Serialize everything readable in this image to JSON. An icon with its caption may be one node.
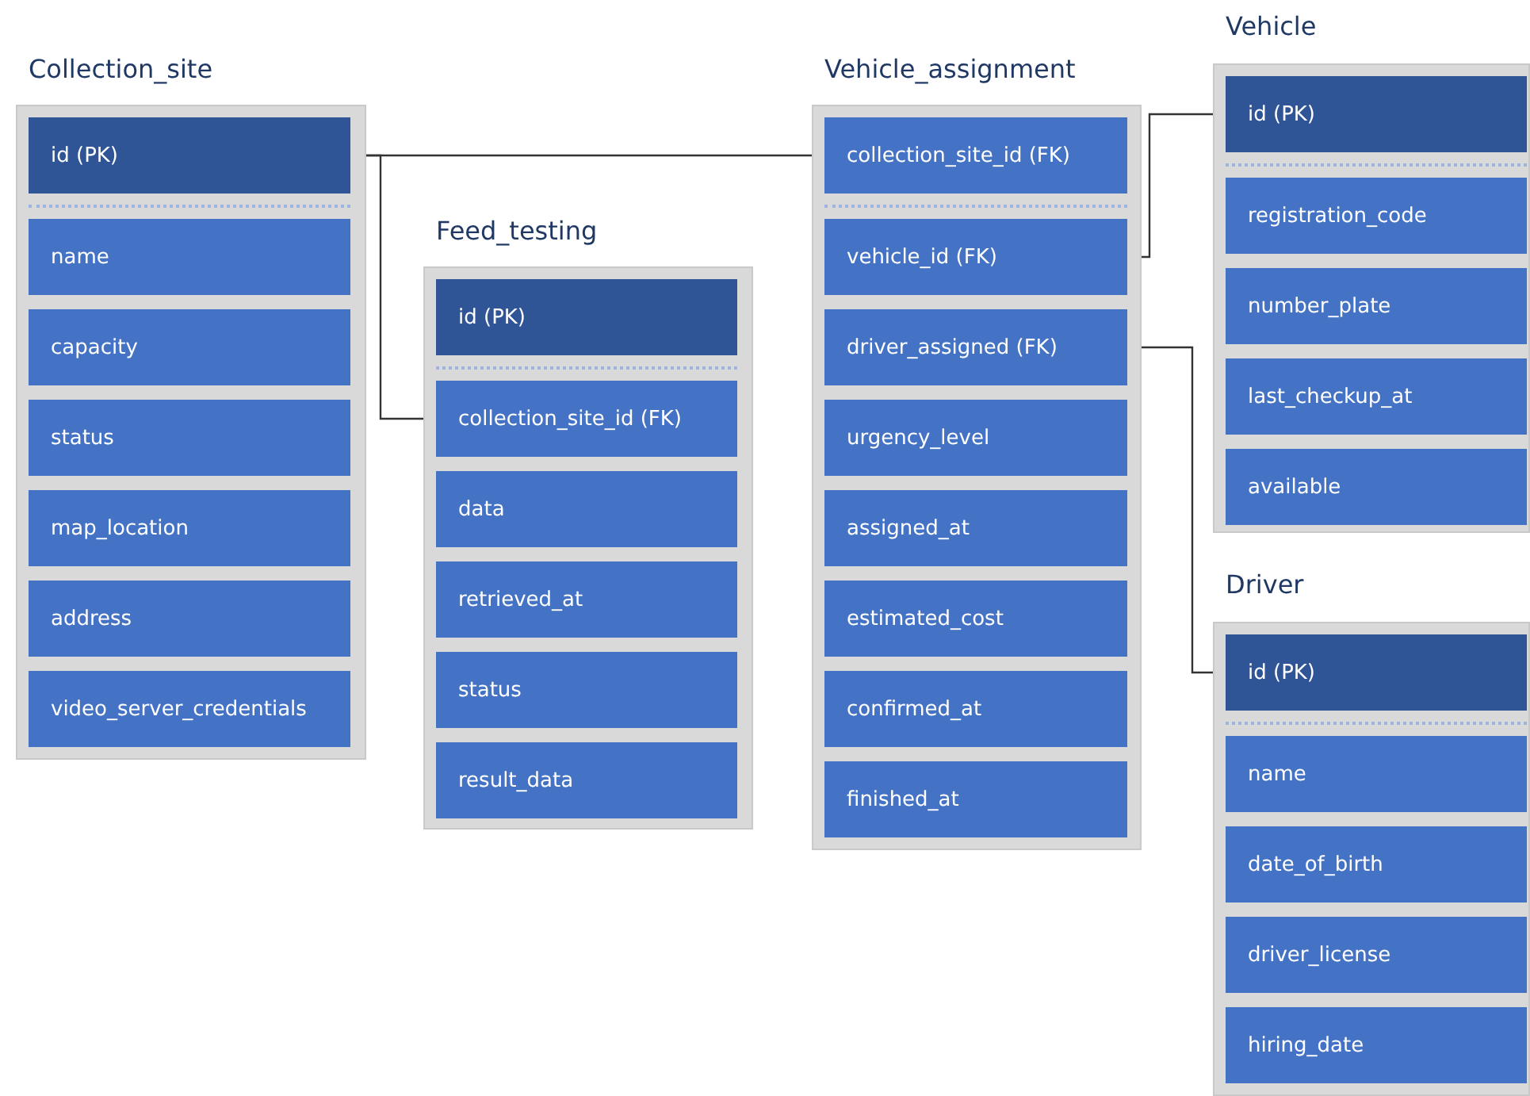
{
  "diagram": {
    "nodes": [
      {
        "text": [
          "Collection_site"
        ]
      },
      {
        "text": [
          "id (PK)"
        ],
        "in": 0
      },
      {
        "text": [
          "name"
        ],
        "in": 0
      },
      {
        "text": [
          "capacity"
        ],
        "in": 0
      },
      {
        "text": [
          "status"
        ],
        "in": 0
      },
      {
        "text": [
          "map_location"
        ],
        "in": 0
      },
      {
        "text": [
          "address"
        ],
        "in": 0
      },
      {
        "text": [
          "video_server_credentials"
        ],
        "in": 0
      },
      {
        "text": [
          "Feed_testing"
        ]
      },
      {
        "text": [
          "id (PK)"
        ],
        "in": 8
      },
      {
        "text": [
          "collection_site_id (FK)"
        ],
        "in": 8
      },
      {
        "text": [
          "data"
        ],
        "in": 8
      },
      {
        "text": [
          "retrieved_at"
        ],
        "in": 8
      },
      {
        "text": [
          "status"
        ],
        "in": 8
      },
      {
        "text": [
          "result_data"
        ],
        "in": 8
      },
      {
        "text": [
          "Vehicle_assignment"
        ]
      },
      {
        "text": [
          "collection_site_id (FK)"
        ],
        "in": 15
      },
      {
        "text": [
          "vehicle_id (FK)"
        ],
        "in": 15
      },
      {
        "text": [
          "driver_assigned (FK)"
        ],
        "in": 15
      },
      {
        "text": [
          "urgency_level"
        ],
        "in": 15
      },
      {
        "text": [
          "assigned_at"
        ],
        "in": 15
      },
      {
        "text": [
          "estimated_cost"
        ],
        "in": 15
      },
      {
        "text": [
          "confirmed_at"
        ],
        "in": 15
      },
      {
        "text": [
          "finished_at"
        ],
        "in": 15
      },
      {
        "text": [
          "Vehicle"
        ]
      },
      {
        "text": [
          "id (PK)"
        ],
        "in": 24
      },
      {
        "text": [
          "registration_code"
        ],
        "in": 24
      },
      {
        "text": [
          "number_plate"
        ],
        "in": 24
      },
      {
        "text": [
          "last_checkup_at"
        ],
        "in": 24
      },
      {
        "text": [
          "available"
        ],
        "in": 24
      },
      {
        "text": [
          "Driver"
        ]
      },
      {
        "text": [
          "id (PK)"
        ],
        "in": 30
      },
      {
        "text": [
          "name"
        ],
        "in": 30
      },
      {
        "text": [
          "date_of_birth"
        ],
        "in": 30
      },
      {
        "text": [
          "driver_license"
        ],
        "in": 30
      },
      {
        "text": [
          "hiring_date"
        ],
        "in": 30
      }
    ],
    "edges": [
      {
        "from": 1,
        "to": 16,
        "arrow": "none"
      },
      {
        "from": 1,
        "to": 10,
        "arrow": "none"
      },
      {
        "from": 17,
        "to": 25,
        "arrow": "none"
      },
      {
        "from": 18,
        "to": 31,
        "arrow": "none"
      }
    ]
  }
}
